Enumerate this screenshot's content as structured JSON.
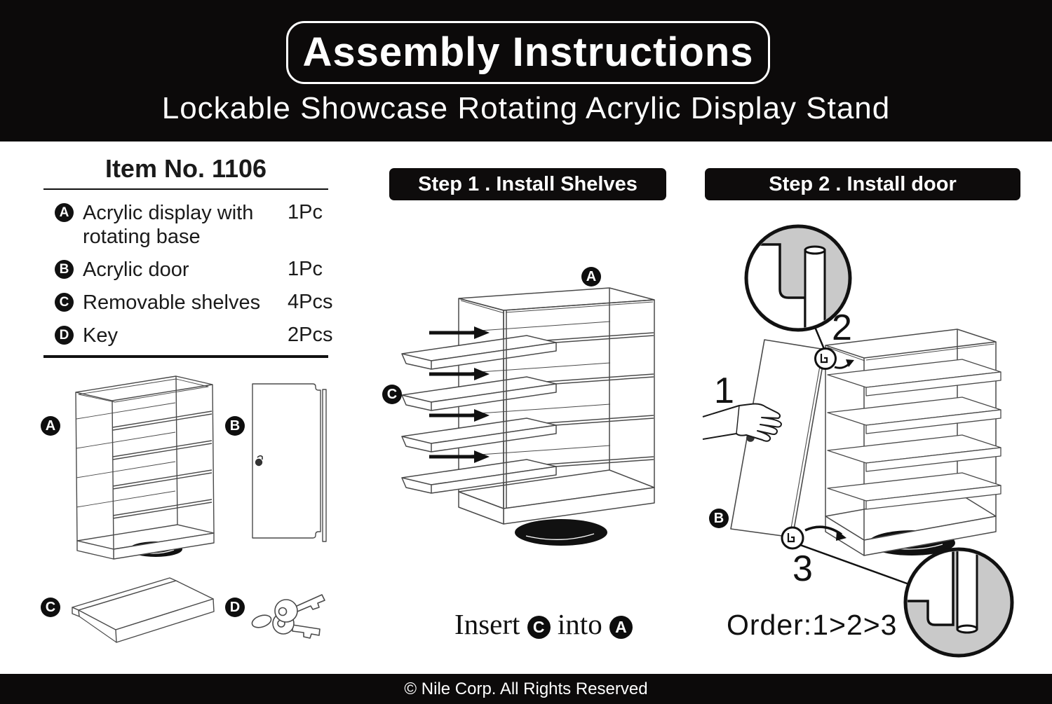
{
  "banner": {
    "title": "Assembly Instructions",
    "subtitle": "Lockable Showcase Rotating Acrylic Display Stand"
  },
  "parts_list": {
    "title": "Item No. 1106",
    "items": [
      {
        "letter": "A",
        "name": "Acrylic display with rotating base",
        "qty": "1Pc"
      },
      {
        "letter": "B",
        "name": "Acrylic door",
        "qty": "1Pc"
      },
      {
        "letter": "C",
        "name": "Removable shelves",
        "qty": "4Pcs"
      },
      {
        "letter": "D",
        "name": "Key",
        "qty": "2Pcs"
      }
    ]
  },
  "step1": {
    "header": "Step 1 . Install Shelves",
    "case_label": "A",
    "shelf_label": "C",
    "caption_word1": "Insert",
    "caption_part1": "C",
    "caption_word2": "into",
    "caption_part2": "A"
  },
  "step2": {
    "header": "Step 2 . Install door",
    "door_label": "B",
    "num1": "1",
    "num2": "2",
    "num3": "3",
    "order_caption": "Order:1>2>3"
  },
  "footer": {
    "copyright": "© Nile Corp. All Rights Reserved"
  },
  "colors": {
    "ink": "#1a1a1a",
    "banner_bg": "#0c0a0a",
    "line_art": "#4a4a4a",
    "detail_gray": "#c9c9c9"
  }
}
